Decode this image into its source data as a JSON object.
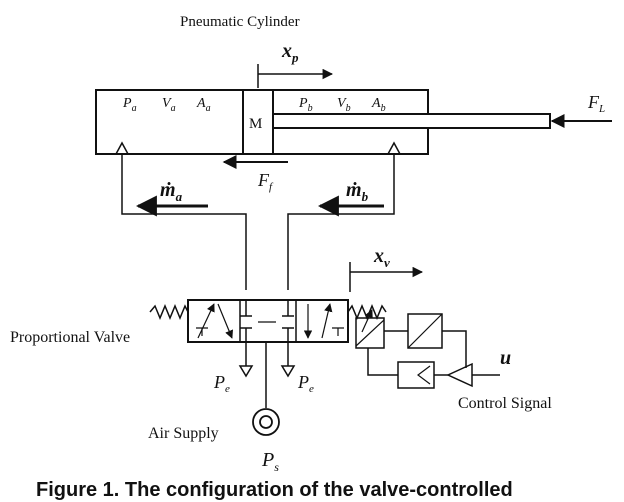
{
  "title": "Pneumatic Cylinder",
  "cylinder": {
    "pa": "P",
    "pa_sub": "a",
    "va": "V",
    "va_sub": "a",
    "aa": "A",
    "aa_sub": "a",
    "mass": "M",
    "pb": "P",
    "pb_sub": "b",
    "vb": "V",
    "vb_sub": "b",
    "ab": "A",
    "ab_sub": "b"
  },
  "xp": "x",
  "xp_sub": "p",
  "fl": "F",
  "fl_sub": "L",
  "ff": "F",
  "ff_sub": "f",
  "ma": "ṁ",
  "ma_sub": "a",
  "mb": "ṁ",
  "mb_sub": "b",
  "xv": "x",
  "xv_sub": "v",
  "valve_label": "Proportional Valve",
  "pe1": "P",
  "pe1_sub": "e",
  "pe2": "P",
  "pe2_sub": "e",
  "air_supply": "Air Supply",
  "ps": "P",
  "ps_sub": "s",
  "u": "u",
  "control_signal": "Control Signal",
  "caption": "Figure 1. The configuration of the valve-controlled"
}
